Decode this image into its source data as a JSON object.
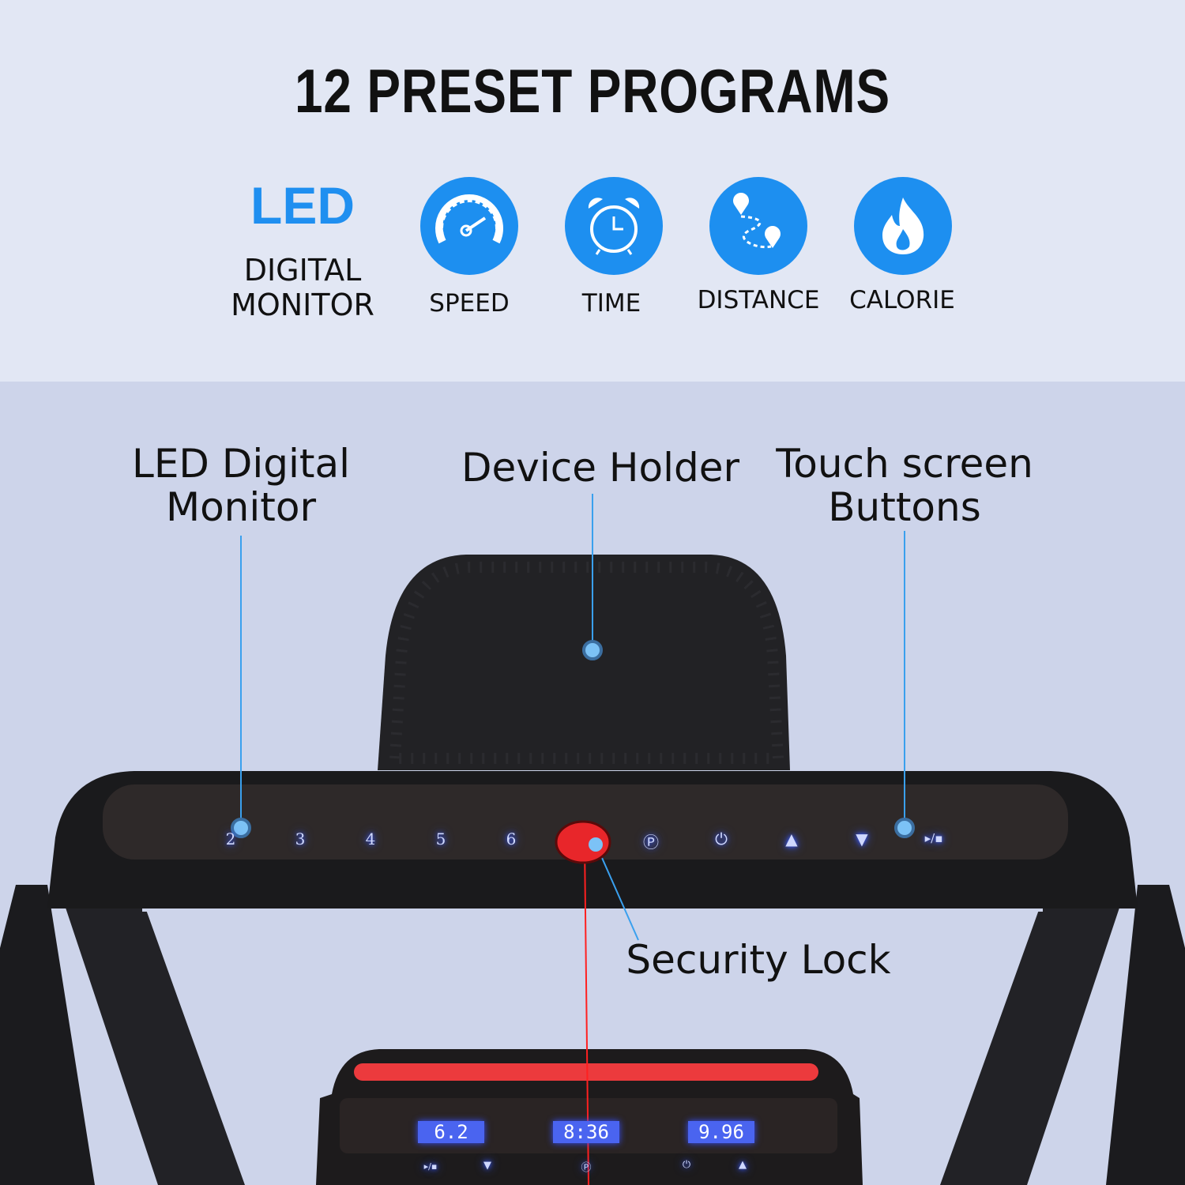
{
  "title": "12 PRESET PROGRAMS",
  "monitor": {
    "headline": "LED",
    "sub_line1": "DIGITAL",
    "sub_line2": "MONITOR"
  },
  "features": [
    {
      "label": "SPEED",
      "icon": "speedometer-icon"
    },
    {
      "label": "TIME",
      "icon": "alarm-clock-icon"
    },
    {
      "label": "DISTANCE",
      "icon": "route-pins-icon"
    },
    {
      "label": "CALORIE",
      "icon": "flame-icon"
    }
  ],
  "callouts": {
    "led_monitor": [
      "LED Digital",
      "Monitor"
    ],
    "device_holder": "Device Holder",
    "touch_buttons": [
      "Touch screen",
      "Buttons"
    ],
    "security_lock": "Security Lock"
  },
  "console_buttons": [
    "2",
    "3",
    "4",
    "5",
    "6",
    "Ⓟ",
    "⏻",
    "▲",
    "▼",
    "▸/▪"
  ],
  "lcd_readouts": [
    "6.2",
    "8:36",
    "9.96"
  ],
  "lower_buttons": [
    "▸/▪",
    "▼",
    "Ⓟ",
    "⏻",
    "▲"
  ],
  "colors": {
    "accent_blue": "#1d8ff0",
    "led_blue": "#4a64f0",
    "lock_red": "#e8262a"
  }
}
